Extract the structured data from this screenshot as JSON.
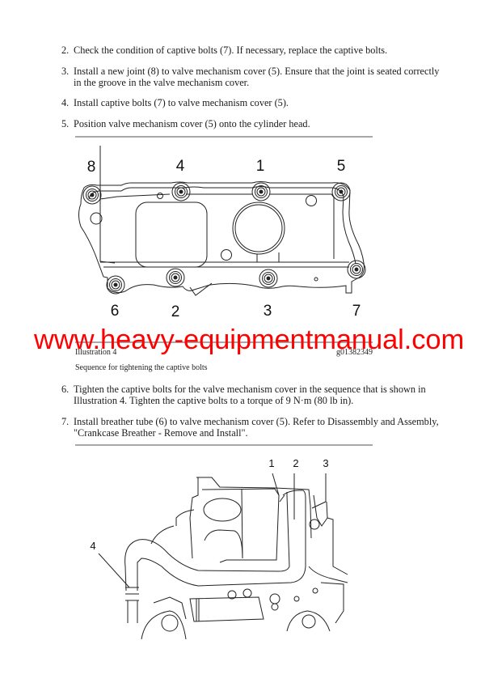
{
  "steps": [
    {
      "num": "2.",
      "lines": [
        "Check the condition of captive bolts (7). If necessary, replace the captive bolts."
      ]
    },
    {
      "num": "3.",
      "lines": [
        "Install a new joint (8) to valve mechanism cover (5). Ensure that the joint is seated correctly",
        "in the groove in the valve mechanism cover."
      ]
    },
    {
      "num": "4.",
      "lines": [
        "Install captive bolts (7) to valve mechanism cover (5)."
      ]
    },
    {
      "num": "5.",
      "lines": [
        "Position valve mechanism cover (5) onto the cylinder head."
      ]
    },
    {
      "num": "6.",
      "lines": [
        "Tighten the captive bolts for the valve mechanism cover in the sequence that is shown in",
        "Illustration 4. Tighten the captive bolts to a torque of 9 N·m (80 lb in)."
      ]
    },
    {
      "num": "7.",
      "lines": [
        "Install breather tube (6) to valve mechanism cover (5). Refer to Disassembly and Assembly,",
        "\"Crankcase Breather - Remove and Install\"."
      ]
    }
  ],
  "illustration4": {
    "title": "Illustration 4",
    "graphic_id": "g01382349",
    "caption": "Sequence for tightening the captive bolts",
    "bolt_labels": {
      "top": [
        "8",
        "4",
        "1",
        "5"
      ],
      "bottom": [
        "6",
        "2",
        "3",
        "7"
      ]
    }
  },
  "illustration5": {
    "callouts": [
      "1",
      "2",
      "3",
      "4"
    ]
  },
  "watermark": {
    "text": "www.heavy-equipmentmanual.com",
    "color": "#ff0000"
  }
}
